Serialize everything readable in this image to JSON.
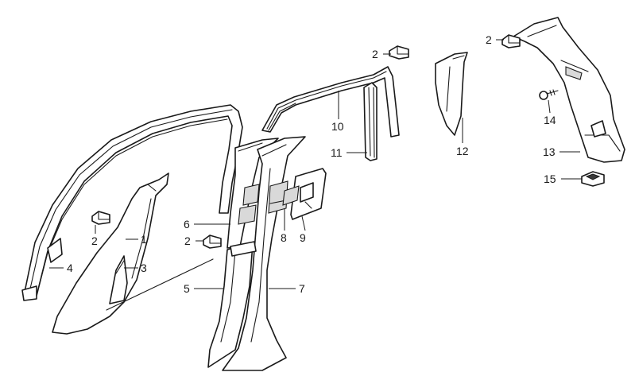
{
  "callouts": [
    {
      "id": "c1",
      "text": "1"
    },
    {
      "id": "c2a",
      "text": "2"
    },
    {
      "id": "c2b",
      "text": "2"
    },
    {
      "id": "c2c",
      "text": "2"
    },
    {
      "id": "c2d",
      "text": "2"
    },
    {
      "id": "c3",
      "text": "3"
    },
    {
      "id": "c4",
      "text": "4"
    },
    {
      "id": "c5",
      "text": "5"
    },
    {
      "id": "c6",
      "text": "6"
    },
    {
      "id": "c7",
      "text": "7"
    },
    {
      "id": "c8",
      "text": "8"
    },
    {
      "id": "c9",
      "text": "9"
    },
    {
      "id": "c10",
      "text": "10"
    },
    {
      "id": "c11",
      "text": "11"
    },
    {
      "id": "c12",
      "text": "12"
    },
    {
      "id": "c13",
      "text": "13"
    },
    {
      "id": "c14",
      "text": "14"
    },
    {
      "id": "c15",
      "text": "15"
    }
  ]
}
